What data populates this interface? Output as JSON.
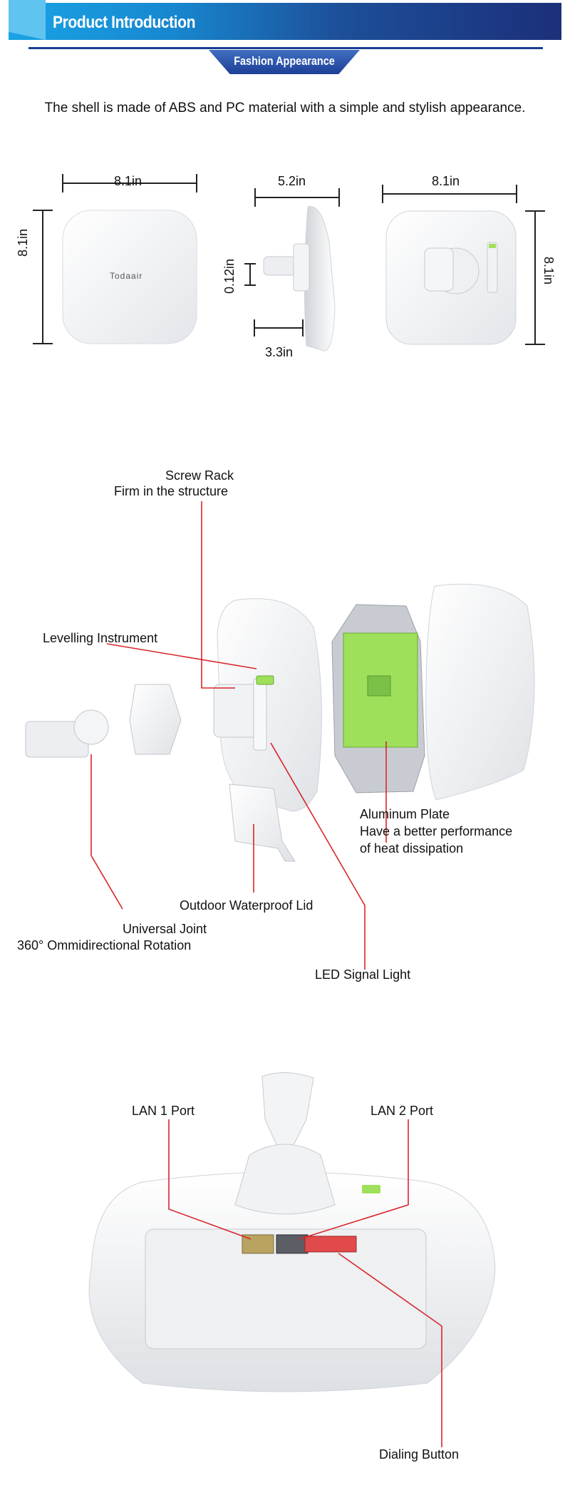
{
  "header": {
    "title": "Product Introduction",
    "subtitle": "Fashion Appearance"
  },
  "intro_text": "The shell is made of ABS and PC material with a simple and stylish appearance.",
  "dimensions": {
    "front_width": "8.1in",
    "front_height": "8.1in",
    "brand": "Todaair",
    "side_depth": "5.2in",
    "side_mount": "0.12in",
    "side_mount_depth": "3.3in",
    "back_width": "8.1in",
    "back_height": "8.1in"
  },
  "exploded": {
    "screw_rack_title": "Screw Rack",
    "screw_rack_desc": "Firm in the structure",
    "levelling": "Levelling Instrument",
    "aluminum_title": "Aluminum Plate",
    "aluminum_desc1": "Have a better performance",
    "aluminum_desc2": "of heat dissipation",
    "waterproof_lid": "Outdoor Waterproof Lid",
    "universal_joint_title": "Universal Joint",
    "universal_joint_desc": "360° Ommidirectional Rotation",
    "led": "LED Signal Light"
  },
  "ports": {
    "lan1": "LAN 1 Port",
    "lan2": "LAN 2 Port",
    "dialing": "Dialing Button"
  },
  "colors": {
    "header_light": "#1aa3e6",
    "header_dark": "#1c2f7a",
    "callout_line": "#d9262b",
    "board_green": "#9fe05a"
  }
}
